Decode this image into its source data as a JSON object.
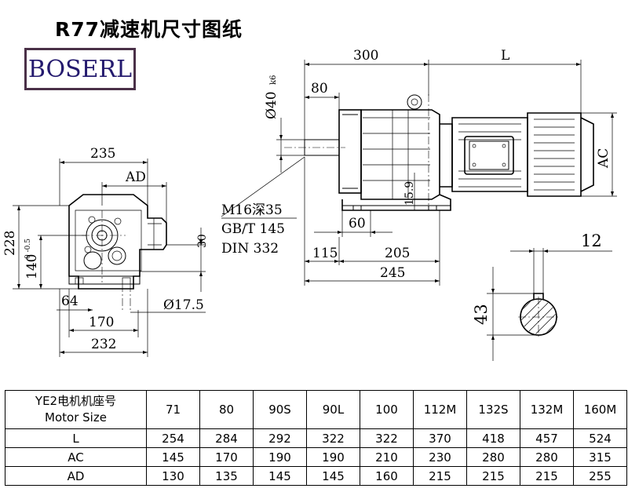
{
  "title": "R77减速机尺寸图纸",
  "logo_text": "BOSERL",
  "dimensions": {
    "front_width_235": "235",
    "ad": "AD",
    "height_228": "228",
    "height_140": "140",
    "height_140_tol": "0\n-0.5",
    "dim_30": "30",
    "dim_64": "64",
    "dim_170": "170",
    "dim_232": "232",
    "hole_dia": "Ø17.5",
    "shaft_dia": "Ø40",
    "shaft_tol": "k6",
    "shaft_len_80": "80",
    "len_300": "300",
    "len_L": "L",
    "ac": "AC",
    "dim_15_9": "15.9",
    "thread": "M16深35",
    "standard_1": "GB/T 145",
    "standard_2": "DIN 332",
    "dim_60": "60",
    "dim_115": "115",
    "dim_205": "205",
    "dim_245": "245",
    "key_width": "12",
    "key_height": "43"
  },
  "table": {
    "header_label_cn": "YE2电机机座号",
    "header_label_en": "Motor Size",
    "columns": [
      "71",
      "80",
      "90S",
      "90L",
      "100",
      "112M",
      "132S",
      "132M",
      "160M"
    ],
    "rows": [
      {
        "label": "L",
        "values": [
          "254",
          "284",
          "292",
          "322",
          "322",
          "370",
          "418",
          "457",
          "524"
        ]
      },
      {
        "label": "AC",
        "values": [
          "145",
          "170",
          "190",
          "190",
          "210",
          "230",
          "280",
          "280",
          "315"
        ]
      },
      {
        "label": "AD",
        "values": [
          "130",
          "135",
          "145",
          "145",
          "160",
          "215",
          "215",
          "215",
          "255"
        ]
      }
    ]
  }
}
